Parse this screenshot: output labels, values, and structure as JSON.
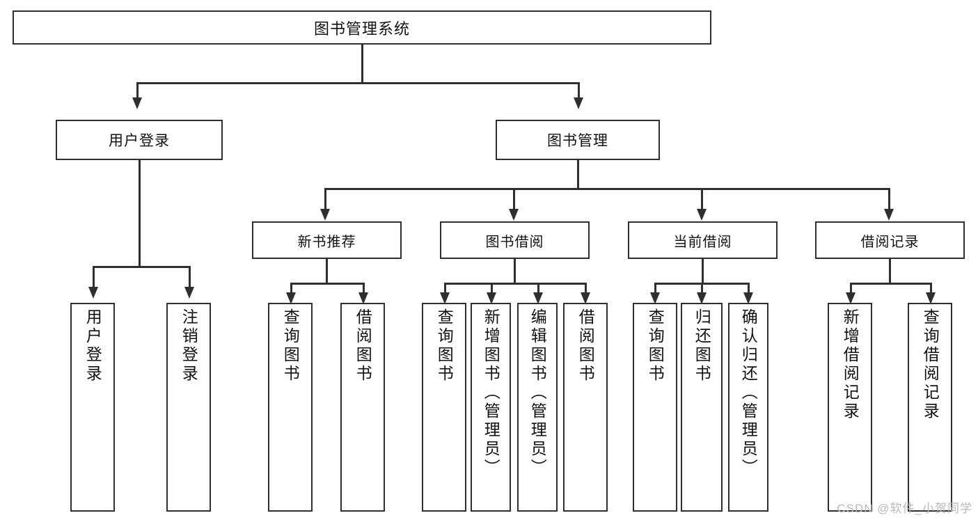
{
  "diagram": {
    "title": "图书管理系统",
    "type": "tree-hierarchy-diagram",
    "watermark": "CSDN @软件_小贺同学",
    "colors": {
      "box_border": "#2f2f2f",
      "box_fill": "#ffffff",
      "connector": "#2f2f2f",
      "background": "#ffffff",
      "watermark": "#b9b9b9"
    },
    "root": {
      "label": "图书管理系统"
    },
    "level1": [
      {
        "label": "用户登录"
      },
      {
        "label": "图书管理"
      }
    ],
    "level2": [
      {
        "label": "新书推荐"
      },
      {
        "label": "图书借阅"
      },
      {
        "label": "当前借阅"
      },
      {
        "label": "借阅记录"
      }
    ],
    "leaves": {
      "user_login": [
        {
          "label": "用户登录"
        },
        {
          "label": "注销登录"
        }
      ],
      "new_book_recommend": [
        {
          "label": "查询图书"
        },
        {
          "label": "借阅图书"
        }
      ],
      "book_borrow": [
        {
          "label": "查询图书"
        },
        {
          "label": "新增图书（管理员）"
        },
        {
          "label": "编辑图书（管理员）"
        },
        {
          "label": "借阅图书"
        }
      ],
      "current_borrow": [
        {
          "label": "查询图书"
        },
        {
          "label": "归还图书"
        },
        {
          "label": "确认归还（管理员）"
        }
      ],
      "borrow_record": [
        {
          "label": "新增借阅记录"
        },
        {
          "label": "查询借阅记录"
        }
      ]
    }
  }
}
